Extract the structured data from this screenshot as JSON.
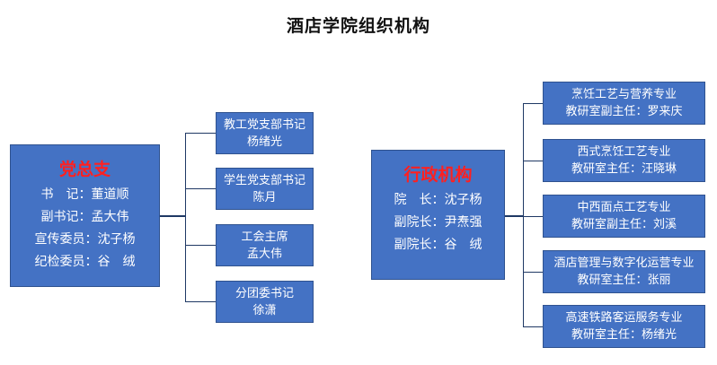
{
  "title": "酒店学院组织机构",
  "party": {
    "heading": "党总支",
    "members": [
      "书　记：董道顺",
      "副书记：孟大伟",
      "宣传委员：沈子杨",
      "纪检委员：谷　绒"
    ],
    "units": [
      {
        "line1": "教工党支部书记",
        "line2": "杨绪光"
      },
      {
        "line1": "学生党支部书记",
        "line2": "陈月"
      },
      {
        "line1": "工会主席",
        "line2": "孟大伟"
      },
      {
        "line1": "分团委书记",
        "line2": "徐潇"
      }
    ]
  },
  "admin": {
    "heading": "行政机构",
    "members": [
      "院　长：沈子杨",
      "副院长：尹焘强",
      "副院长：谷　绒"
    ],
    "units": [
      {
        "line1": "烹饪工艺与营养专业",
        "line2": "教研室副主任：罗来庆"
      },
      {
        "line1": "西式烹饪工艺专业",
        "line2": "教研室主任：汪晓琳"
      },
      {
        "line1": "中西面点工艺专业",
        "line2": "教研室副主任：刘溪"
      },
      {
        "line1": "酒店管理与数字化运营专业",
        "line2": "教研室主任：张丽"
      },
      {
        "line1": "高速铁路客运服务专业",
        "line2": "教研室主任：杨绪光"
      }
    ]
  }
}
